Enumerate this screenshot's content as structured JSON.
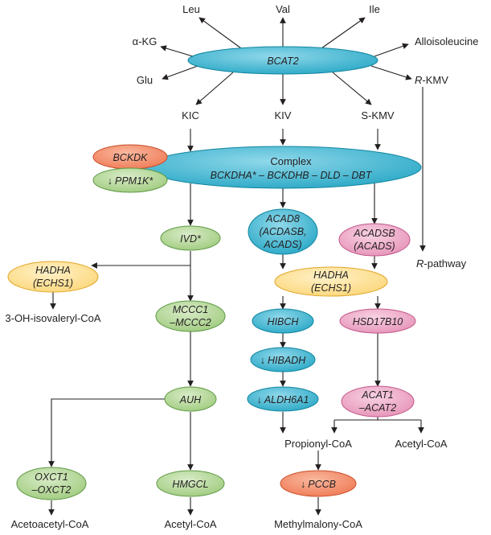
{
  "colors": {
    "blue": "#2aa8c6",
    "blue_dark": "#13869f",
    "green": "#9fcb7e",
    "green_dark": "#5f9a45",
    "pink": "#e693b8",
    "pink_dark": "#c2598a",
    "yellow": "#fcd77a",
    "yellow_dark": "#e0a72a",
    "orange": "#ef7a55",
    "orange_dark": "#c94e2c",
    "line": "#231f20"
  },
  "nodes": {
    "leu": "Leu",
    "val": "Val",
    "ile": "Ile",
    "akg": "α-KG",
    "alloisoleucine": "Alloisoleucine",
    "glu": "Glu",
    "bcat2": "BCAT2",
    "rkmv_prefix": "R",
    "rkmv_suffix": "-KMV",
    "kic": "KIC",
    "kiv": "KIV",
    "skmv": "S-KMV",
    "bckdk": "BCKDK",
    "ppm1k_arrow": "↓",
    "ppm1k": "PPM1K*",
    "complex_title": "Complex",
    "complex_genes": "BCKDHA* – BCKDHB – DLD – DBT",
    "ivd": "IVD*",
    "acad8_line1": "ACAD8",
    "acad8_line2": "(ACDASB,",
    "acad8_line3": "ACADS)",
    "acadsb_line1": "ACADSB",
    "acadsb_line2": "(ACADS)",
    "rpathway_prefix": "R",
    "rpathway_suffix": "-pathway",
    "hadha_left_line1": "HADHA",
    "hadha_left_line2": "(ECHS1)",
    "hadha_mid_line1": "HADHA",
    "hadha_mid_line2": "(ECHS1)",
    "ohisovaleryl": "3-OH-isovaleryl-CoA",
    "mccc_line1": "MCCC1",
    "mccc_line2": "–MCCC2",
    "hibch": "HIBCH",
    "hsd17b10": "HSD17B10",
    "hibadh_arrow": "↓",
    "hibadh": "HIBADH",
    "auh": "AUH",
    "aldh6a1_arrow": "↓",
    "aldh6a1": "ALDH6A1",
    "acat_line1": "ACAT1",
    "acat_line2": "–ACAT2",
    "propionyl": "Propionyl-CoA",
    "acetyl_right": "Acetyl-CoA",
    "oxct_line1": "OXCT1",
    "oxct_line2": "–OXCT2",
    "hmgcl": "HMGCL",
    "pccb_arrow": "↓",
    "pccb": "PCCB",
    "acetoacetyl": "Acetoacetyl-CoA",
    "acetyl_mid": "Acetyl-CoA",
    "methylmalonyl": "Methylmalony-CoA"
  }
}
